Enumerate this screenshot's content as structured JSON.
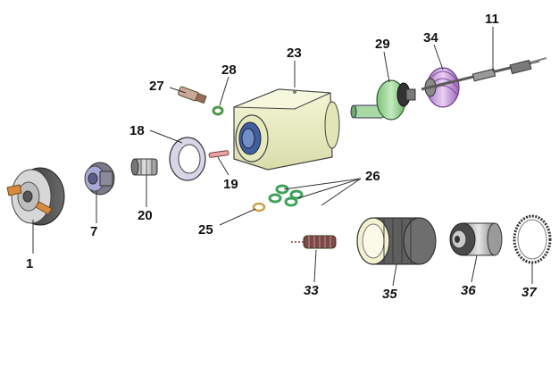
{
  "labels": {
    "p1": "1",
    "p7": "7",
    "p11": "11",
    "p18": "18",
    "p19": "19",
    "p20": "20",
    "p23": "23",
    "p25": "25",
    "p26": "26",
    "p27": "27",
    "p28": "28",
    "p29": "29",
    "p33": "33",
    "p34": "34",
    "p35": "35",
    "p36": "36",
    "p37": "37"
  },
  "colors": {
    "outline": "#3a3a3a",
    "leader": "#333333",
    "body_fill": "#ecefc2",
    "green_part": "#9fd39a",
    "purple_part": "#c9a3d9",
    "blue_lens": "#6f8fc9",
    "dark_part": "#4a4a4a",
    "grey_part": "#b8b8b8",
    "brass": "#d9c58a"
  }
}
